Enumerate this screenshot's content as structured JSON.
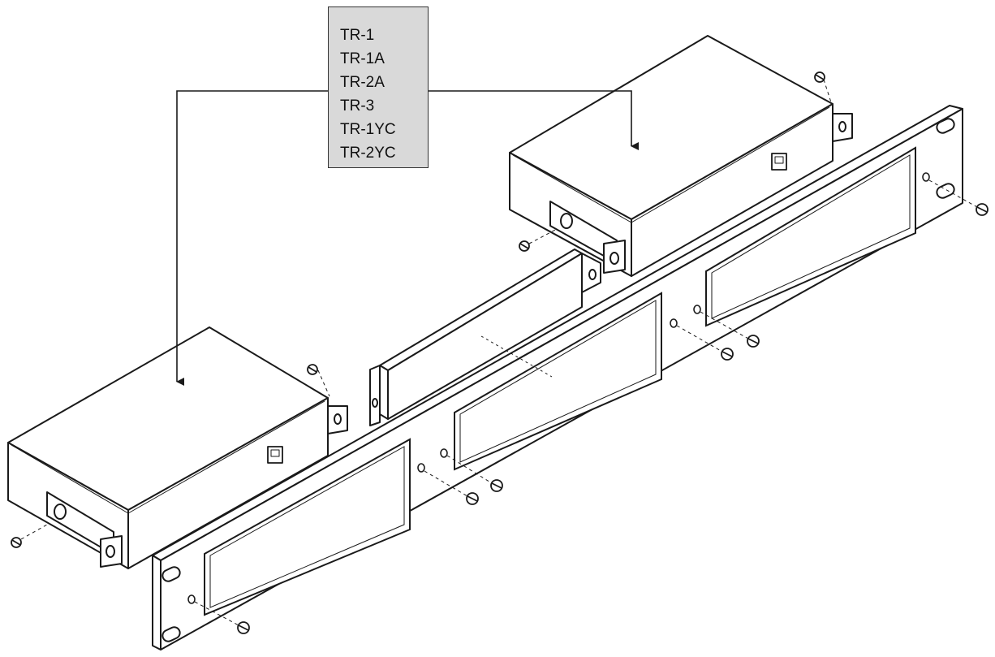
{
  "models_box": {
    "items": [
      "TR-1",
      "TR-1A",
      "TR-2A",
      "TR-3",
      "TR-1YC",
      "TR-2YC"
    ]
  },
  "colors": {
    "line": "#1a1a1a",
    "box_fill": "#d9d9d9",
    "panel_fill": "#ffffff"
  }
}
